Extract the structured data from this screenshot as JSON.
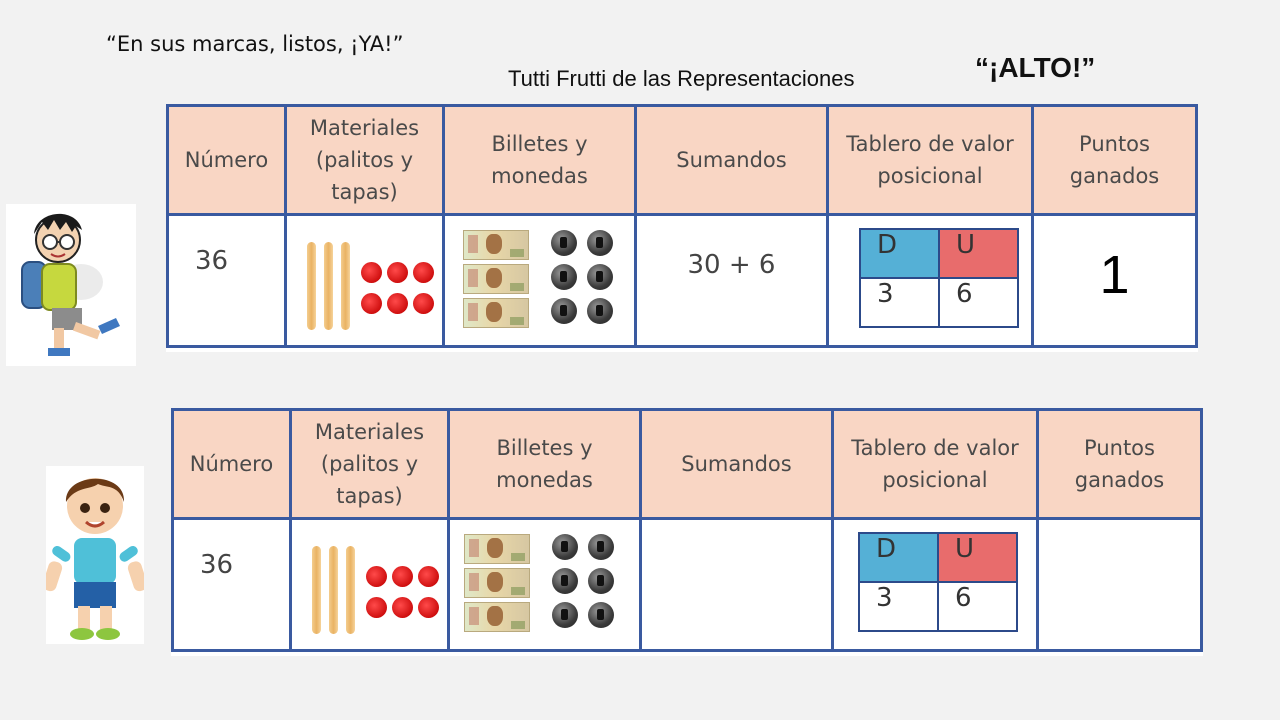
{
  "header": {
    "slogan": "“En sus marcas, listos, ¡YA!”",
    "title": "Tutti Frutti de las Representaciones",
    "stop": "“¡ALTO!”"
  },
  "columns": [
    "Número",
    "Materiales (palitos y tapas)",
    "Billetes y monedas",
    "Sumandos",
    "Tablero de valor posicional",
    "Puntos ganados"
  ],
  "place_value_headers": {
    "tens": "D",
    "units": "U"
  },
  "rows": [
    {
      "number": "36",
      "sumandos": "30 + 6",
      "tens": "3",
      "units": "6",
      "points": "1",
      "sticks": 3,
      "caps": 6,
      "bills": 3,
      "coins": 6
    },
    {
      "number": "36",
      "sumandos": "",
      "tens": "3",
      "units": "6",
      "points": "",
      "sticks": 3,
      "caps": 6,
      "bills": 3,
      "coins": 6
    }
  ],
  "colors": {
    "header_bg": "#f9d6c4",
    "border": "#3a5aa0",
    "tens_cell": "#55b0d6",
    "units_cell": "#e86c6c",
    "cap": "#d91515"
  },
  "icons": [
    "boy-with-glasses-backpack-icon",
    "boy-smiling-icon",
    "popsicle-stick-icon",
    "bottle-cap-icon",
    "banknote-icon",
    "coin-icon"
  ]
}
